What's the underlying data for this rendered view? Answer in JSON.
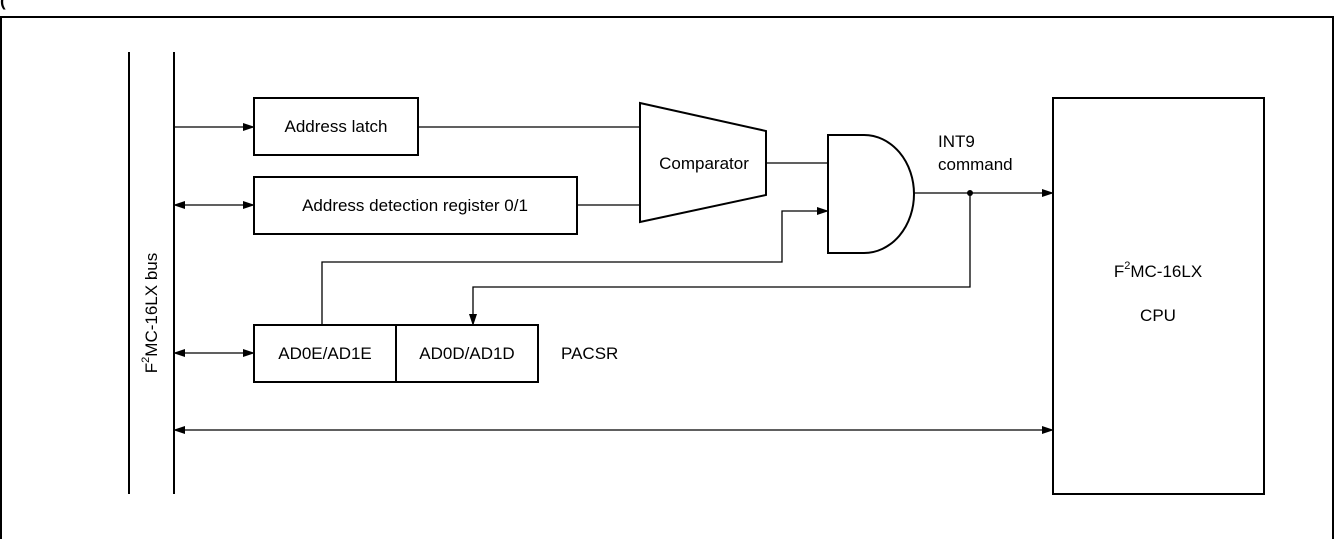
{
  "diagram": {
    "header_fragment": "(",
    "bus_label": {
      "prefix": "F",
      "superscript": "2",
      "suffix": "MC-16LX bus"
    },
    "blocks": {
      "address_latch": "Address latch",
      "address_detection_register": "Address detection register 0/1",
      "comparator": "Comparator",
      "ad0e_ad1e": "AD0E/AD1E",
      "ad0d_ad1d": "AD0D/AD1D",
      "pacsr": "PACSR"
    },
    "signal": {
      "line1": "INT9",
      "line2": "command"
    },
    "cpu": {
      "name": {
        "prefix": "F",
        "superscript": "2",
        "suffix": "MC-16LX"
      },
      "label": "CPU"
    }
  }
}
